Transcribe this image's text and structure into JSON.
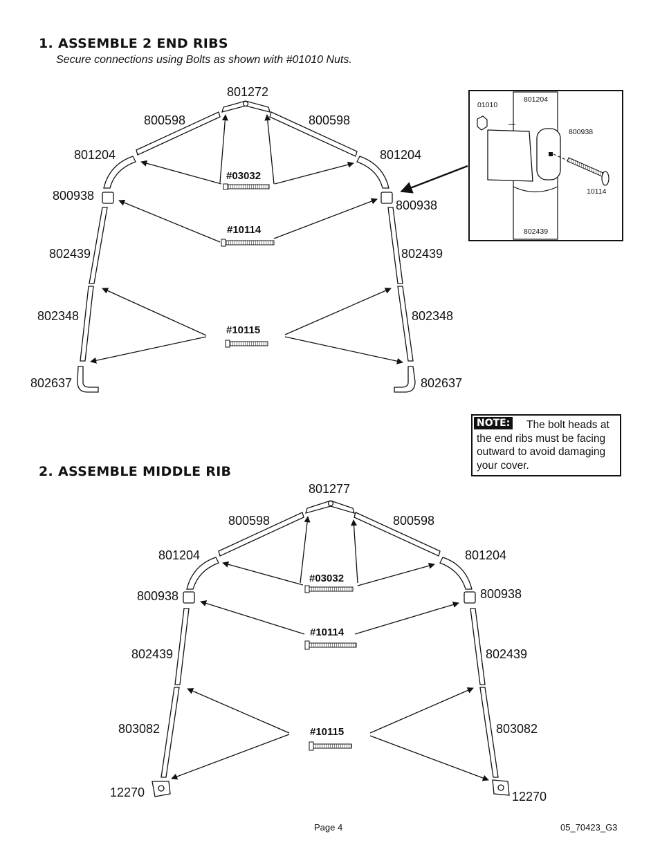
{
  "section1": {
    "title": "1. ASSEMBLE 2 END RIBS",
    "subtitle": "Secure connections using Bolts as shown with #01010 Nuts.",
    "parts": {
      "top": "801272",
      "left_upper": "800598",
      "right_upper": "800598",
      "left_curve": "801204",
      "right_curve": "801204",
      "left_bracket": "800938",
      "right_bracket": "800938",
      "left_mid": "802439",
      "right_mid": "802439",
      "left_low": "802348",
      "right_low": "802348",
      "left_foot": "802637",
      "right_foot": "802637"
    },
    "bolts": {
      "top": "#03032",
      "mid": "#10114",
      "low": "#10115"
    }
  },
  "inset": {
    "nut": "01010",
    "curve": "801204",
    "bracket": "800938",
    "bolt": "10114",
    "pipe": "802439"
  },
  "note": {
    "tag": "NOTE:",
    "text": "The bolt heads at the end ribs must be facing outward to avoid damaging your cover."
  },
  "section2": {
    "title": "2. ASSEMBLE MIDDLE RIB",
    "parts": {
      "top": "801277",
      "left_upper": "800598",
      "right_upper": "800598",
      "left_curve": "801204",
      "right_curve": "801204",
      "left_bracket": "800938",
      "right_bracket": "800938",
      "left_mid": "802439",
      "right_mid": "802439",
      "left_low": "803082",
      "right_low": "803082",
      "left_foot": "12270",
      "right_foot": "12270"
    },
    "bolts": {
      "top": "#03032",
      "mid": "#10114",
      "low": "#10115"
    }
  },
  "footer": {
    "page": "Page 4",
    "code": "05_70423_G3"
  }
}
